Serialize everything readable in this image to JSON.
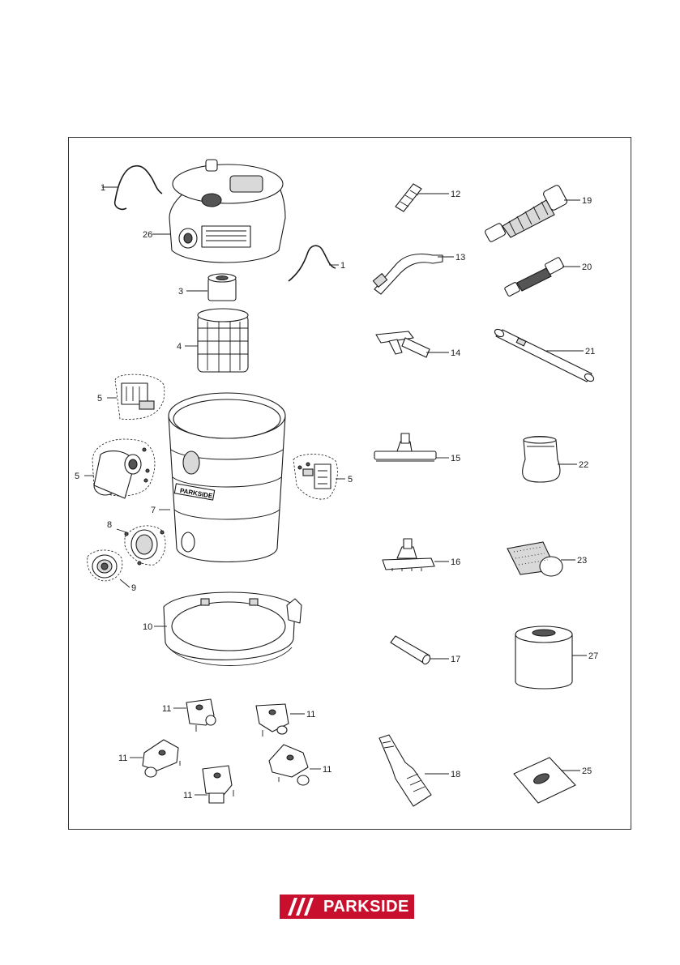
{
  "parts": {
    "p1a": "1",
    "p1b": "1",
    "p26": "26",
    "p3": "3",
    "p4": "4",
    "p5a": "5",
    "p5b": "5",
    "p5c": "5",
    "p7": "7",
    "p8": "8",
    "p9": "9",
    "p10": "10",
    "p11a": "11",
    "p11b": "11",
    "p11c": "11",
    "p11d": "11",
    "p11e": "11",
    "p12": "12",
    "p13": "13",
    "p14": "14",
    "p15": "15",
    "p16": "16",
    "p17": "17",
    "p18": "18",
    "p19": "19",
    "p20": "20",
    "p21": "21",
    "p22": "22",
    "p23": "23",
    "p27": "27",
    "p25": "25"
  },
  "drum_text": "PARKSIDE",
  "brand": {
    "name": "PARKSIDE",
    "color": "#c8102e"
  }
}
